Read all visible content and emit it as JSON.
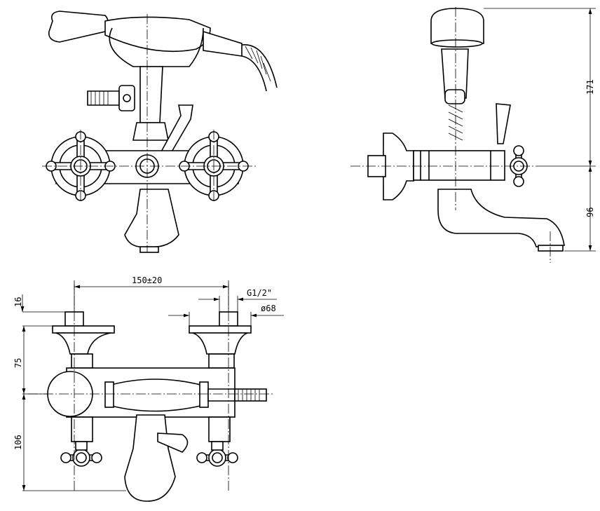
{
  "drawing": {
    "title": "Bath mixer technical drawing",
    "dimensions": {
      "shower_height": "171",
      "spout_height": "96",
      "center_distance": "150±20",
      "thread": "G1/2\"",
      "flange_diameter": "ø68",
      "inlet_length": "16",
      "upper_height": "75",
      "lower_height": "106"
    }
  }
}
